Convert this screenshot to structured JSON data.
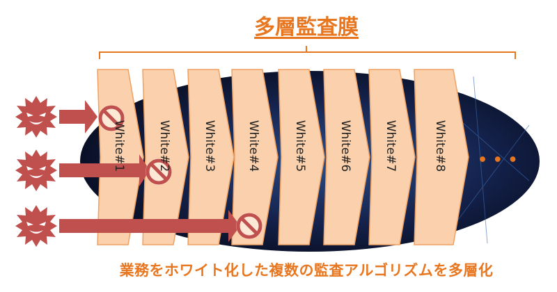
{
  "title": "多層監査膜",
  "caption": "業務をホワイト化した複数の監査アルゴリズムを多層化",
  "layers": [
    "White#1",
    "White#2",
    "White#3",
    "White#4",
    "White#5",
    "White#6",
    "White#7",
    "White#8"
  ],
  "continuation": "• • •",
  "icons": {
    "threat": "virus-face-icon",
    "blocked": "prohibited-icon"
  },
  "colors": {
    "accent": "#e8761f",
    "layer_fill": "#fbd0ac",
    "layer_stroke": "#f0a060",
    "threat": "#c0504d",
    "background_ellipse": "#101a3a"
  }
}
